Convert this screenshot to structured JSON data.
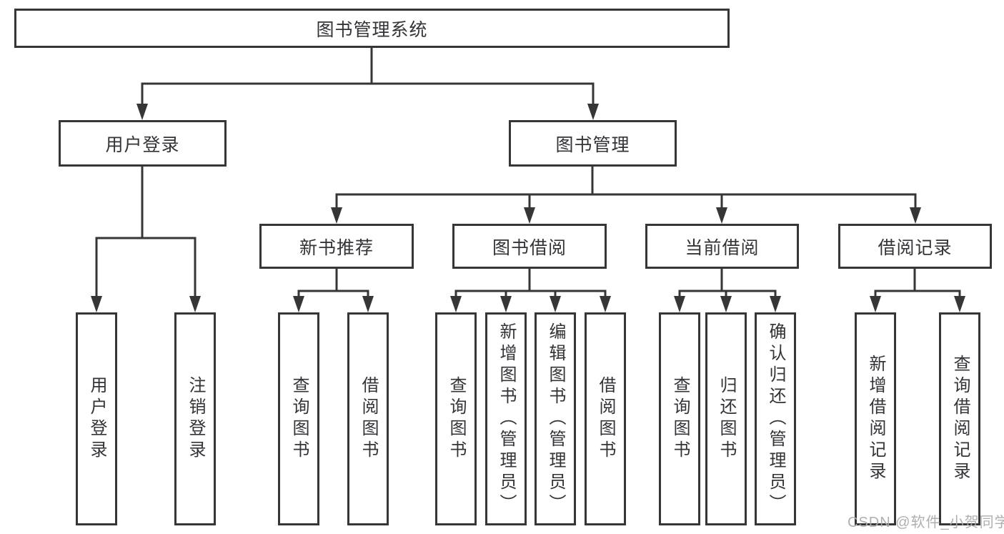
{
  "diagram": {
    "type": "hierarchy-tree",
    "root": {
      "label": "图书管理系统",
      "children": [
        {
          "label": "用户登录",
          "children": [
            {
              "label": "用户登录"
            },
            {
              "label": "注销登录"
            }
          ]
        },
        {
          "label": "图书管理",
          "children": [
            {
              "label": "新书推荐",
              "children": [
                {
                  "label": "查询图书"
                },
                {
                  "label": "借阅图书"
                }
              ]
            },
            {
              "label": "图书借阅",
              "children": [
                {
                  "label": "查询图书"
                },
                {
                  "label": "新增图书（管理员）"
                },
                {
                  "label": "编辑图书（管理员）"
                },
                {
                  "label": "借阅图书"
                }
              ]
            },
            {
              "label": "当前借阅",
              "children": [
                {
                  "label": "查询图书"
                },
                {
                  "label": "归还图书"
                },
                {
                  "label": "确认归还（管理员）"
                }
              ]
            },
            {
              "label": "借阅记录",
              "children": [
                {
                  "label": "新增借阅记录"
                },
                {
                  "label": "查询借阅记录"
                }
              ]
            }
          ]
        }
      ]
    }
  },
  "watermark": {
    "text": "CSDN @软件_小贺同学"
  },
  "colors": {
    "line": "#363636",
    "box_border": "#363636",
    "text": "#333338",
    "background": "#ffffff",
    "watermark": "#ababab"
  }
}
